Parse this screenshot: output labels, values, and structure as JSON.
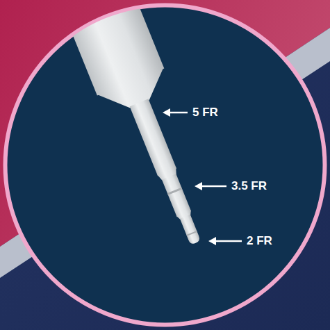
{
  "diagram": {
    "labels": [
      "5 FR",
      "3.5 FR",
      "2 FR"
    ]
  }
}
